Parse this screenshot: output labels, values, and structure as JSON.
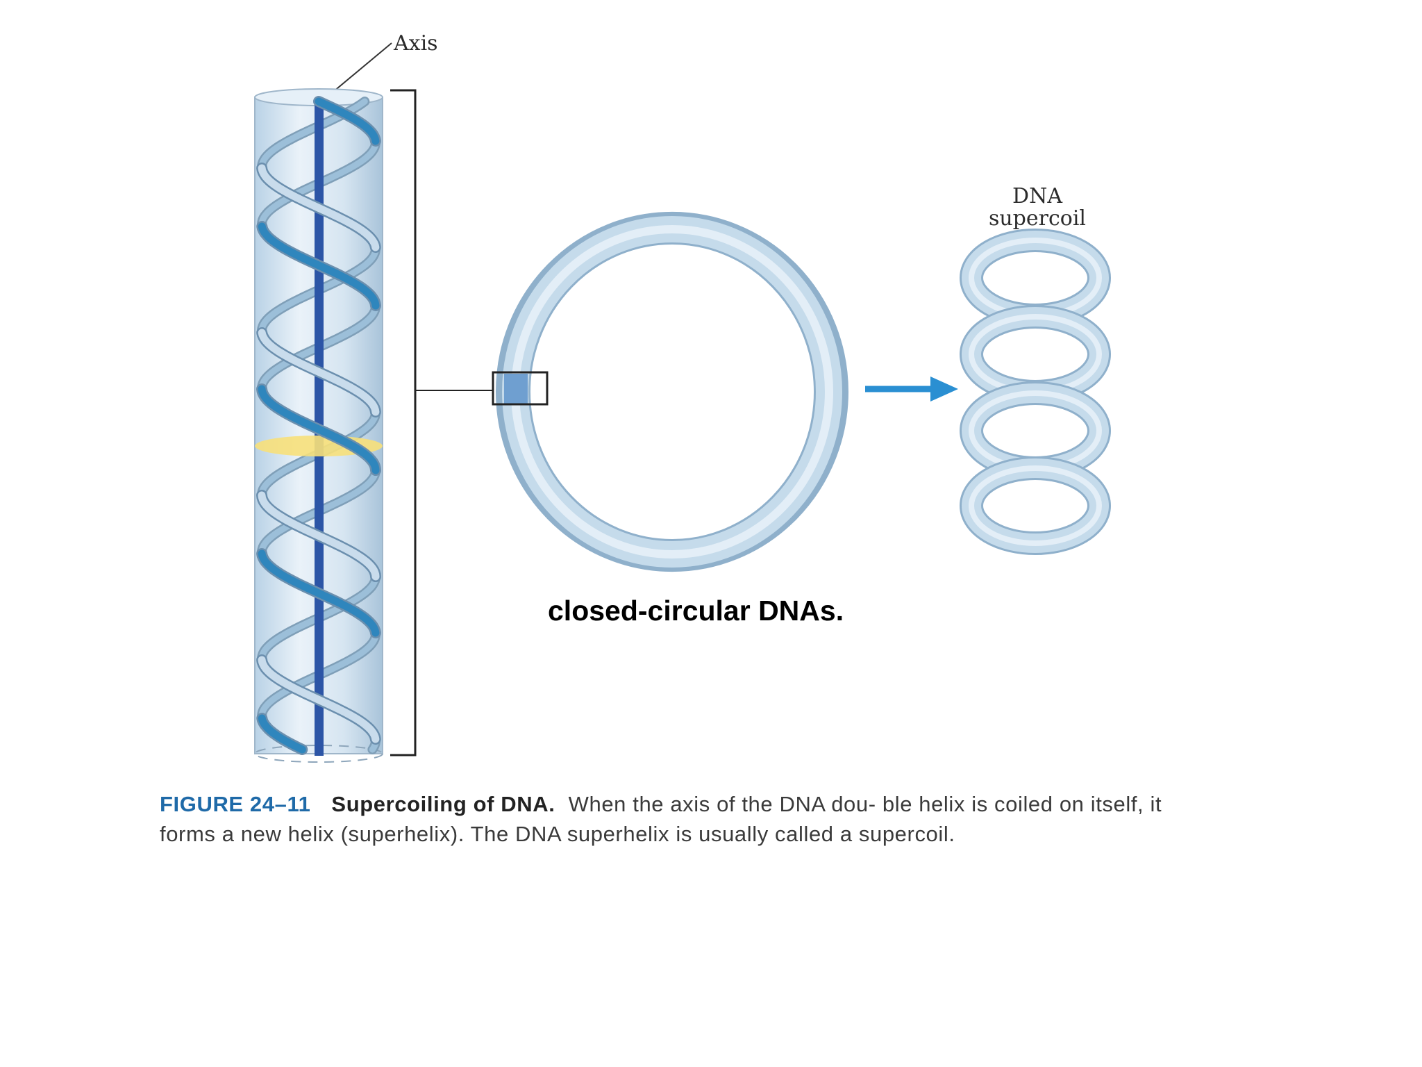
{
  "labels": {
    "axis": "Axis",
    "supercoil_line1": "DNA",
    "supercoil_line2": "supercoil",
    "slide_text": "closed-circular DNAs."
  },
  "caption": {
    "figure_number": "FIGURE 24–11",
    "title": "Supercoiling of DNA.",
    "body": "When the axis of the DNA dou- ble helix is coiled on itself, it forms a new helix (superhelix). The DNA superhelix is usually called a supercoil."
  },
  "colors": {
    "cylinder_fill": "#d4e4f1",
    "cylinder_edge": "#9fb6ca",
    "helix_front": "#2f86bd",
    "helix_back": "#9cbfd9",
    "axis_rod": "#2c55a6",
    "base_pair_disc": "#f7e07a",
    "ring_fill": "#c5dbeb",
    "ring_edge": "#8fb0cb",
    "arrow": "#2a8fd2",
    "bracket": "#222222"
  }
}
